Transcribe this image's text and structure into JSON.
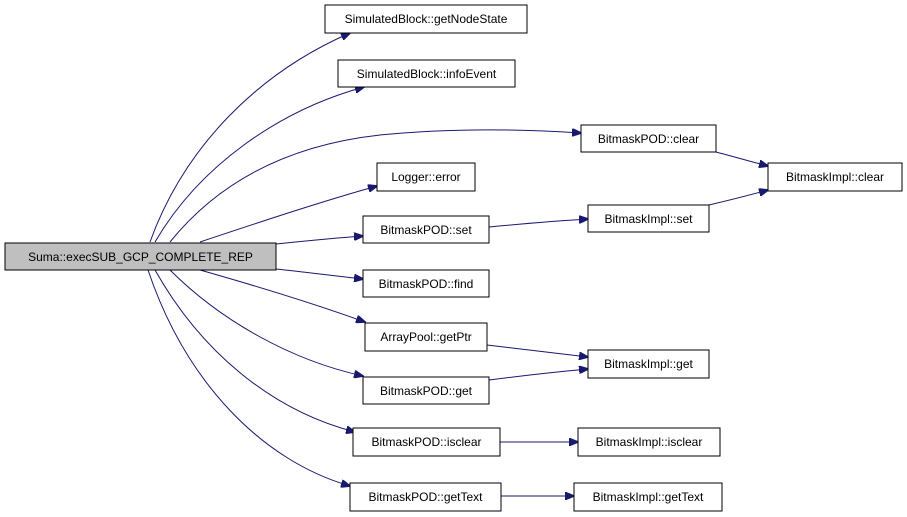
{
  "diagram": {
    "nodes": [
      {
        "id": "root",
        "label": "Suma::execSUB_GCP_COMPLETE_REP"
      },
      {
        "id": "sim_getnode",
        "label": "SimulatedBlock::getNodeState"
      },
      {
        "id": "sim_info",
        "label": "SimulatedBlock::infoEvent"
      },
      {
        "id": "pod_clear",
        "label": "BitmaskPOD::clear"
      },
      {
        "id": "impl_clear",
        "label": "BitmaskImpl::clear"
      },
      {
        "id": "logger_error",
        "label": "Logger::error"
      },
      {
        "id": "pod_set",
        "label": "BitmaskPOD::set"
      },
      {
        "id": "impl_set",
        "label": "BitmaskImpl::set"
      },
      {
        "id": "pod_find",
        "label": "BitmaskPOD::find"
      },
      {
        "id": "arr_getptr",
        "label": "ArrayPool::getPtr"
      },
      {
        "id": "impl_get",
        "label": "BitmaskImpl::get"
      },
      {
        "id": "pod_get",
        "label": "BitmaskPOD::get"
      },
      {
        "id": "pod_isclear",
        "label": "BitmaskPOD::isclear"
      },
      {
        "id": "impl_isclear",
        "label": "BitmaskImpl::isclear"
      },
      {
        "id": "pod_gettext",
        "label": "BitmaskPOD::getText"
      },
      {
        "id": "impl_gettext",
        "label": "BitmaskImpl::getText"
      }
    ],
    "edges": [
      {
        "from": "root",
        "to": "sim_getnode"
      },
      {
        "from": "root",
        "to": "sim_info"
      },
      {
        "from": "root",
        "to": "pod_clear"
      },
      {
        "from": "root",
        "to": "logger_error"
      },
      {
        "from": "root",
        "to": "pod_set"
      },
      {
        "from": "root",
        "to": "pod_find"
      },
      {
        "from": "root",
        "to": "arr_getptr"
      },
      {
        "from": "root",
        "to": "pod_get"
      },
      {
        "from": "root",
        "to": "pod_isclear"
      },
      {
        "from": "root",
        "to": "pod_gettext"
      },
      {
        "from": "pod_clear",
        "to": "impl_clear"
      },
      {
        "from": "impl_set",
        "to": "impl_clear"
      },
      {
        "from": "pod_set",
        "to": "impl_set"
      },
      {
        "from": "arr_getptr",
        "to": "impl_get"
      },
      {
        "from": "pod_get",
        "to": "impl_get"
      },
      {
        "from": "pod_isclear",
        "to": "impl_isclear"
      },
      {
        "from": "pod_gettext",
        "to": "impl_gettext"
      }
    ],
    "colors": {
      "edge": "#191970",
      "node_border": "#000000",
      "node_fill": "#ffffff",
      "root_fill": "#bfbfbf"
    }
  }
}
